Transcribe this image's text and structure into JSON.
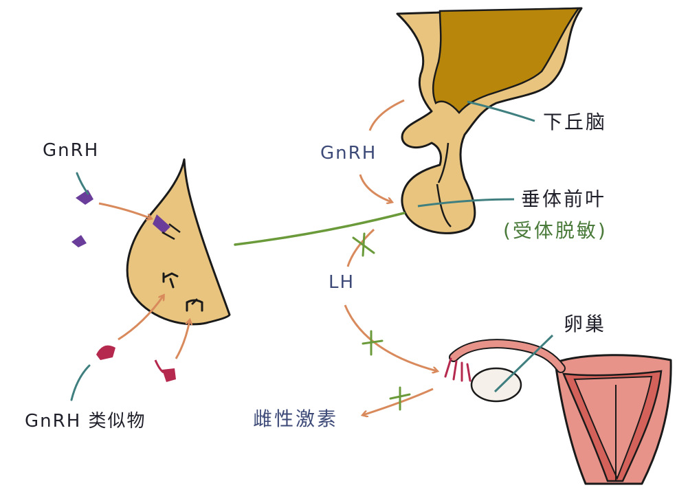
{
  "labels": {
    "gnrh_left": "GnRH",
    "gnrh_center": "GnRH",
    "hypothalamus": "下丘脑",
    "pituitary": "垂体前叶",
    "desensitization": "(受体脱敏)",
    "lh": "LH",
    "ovary": "卵巢",
    "estrogen": "雌性激素",
    "gnrh_analog": "GnRH 类似物"
  },
  "colors": {
    "tissue": "#e8c47e",
    "hypothalamus_dark": "#b8860b",
    "arrow": "#d98a5c",
    "leader": "#3f7f7f",
    "green_line": "#6a9a3a",
    "gnrh": "#6a3d9a",
    "analog": "#b5294e",
    "uterus": "#e8938a",
    "uterus_inner": "#d4615a"
  }
}
